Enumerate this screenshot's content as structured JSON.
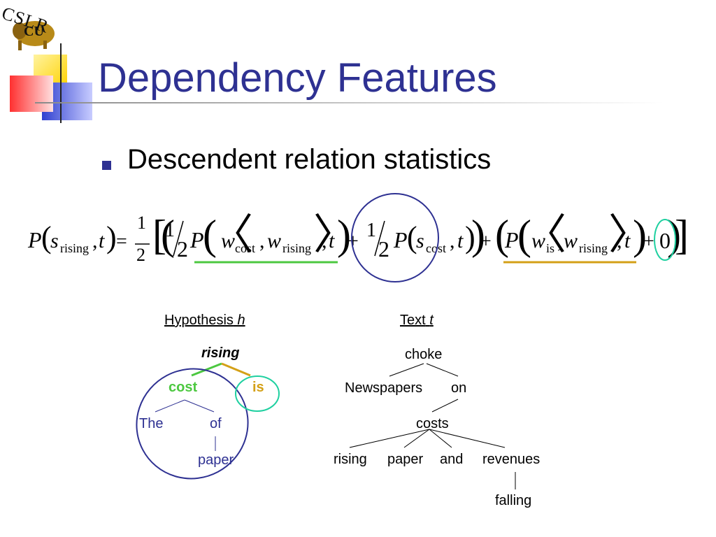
{
  "slide": {
    "title": "Dependency Features",
    "bullet": "Descendent relation statistics",
    "logo_text": "CSLR",
    "logo_mark": "CU"
  },
  "formula": {
    "P": "P",
    "s": "s",
    "w": "w",
    "t": "t",
    "comma": ",",
    "equals": "=",
    "plus": "+",
    "one": "1",
    "two": "2",
    "zero": "0",
    "sub_rising": "rising",
    "sub_cost": "cost",
    "sub_is": "is"
  },
  "hypothesis": {
    "heading": "Hypothesis",
    "heading_var": "h",
    "nodes": {
      "rising": "rising",
      "cost": "cost",
      "is": "is",
      "the": "The",
      "of": "of",
      "paper": "paper"
    }
  },
  "text_tree": {
    "heading": "Text",
    "heading_var": "t",
    "nodes": {
      "choke": "choke",
      "newspapers": "Newspapers",
      "on": "on",
      "costs": "costs",
      "rising": "rising",
      "paper": "paper",
      "and": "and",
      "revenues": "revenues",
      "falling": "falling"
    }
  },
  "colors": {
    "title": "#2e3192",
    "green": "#4cc840",
    "gold": "#d4a017",
    "blue_ellipse": "#2e3192",
    "teal_ellipse": "#1fd0a0",
    "node_blue": "#2e3192"
  }
}
